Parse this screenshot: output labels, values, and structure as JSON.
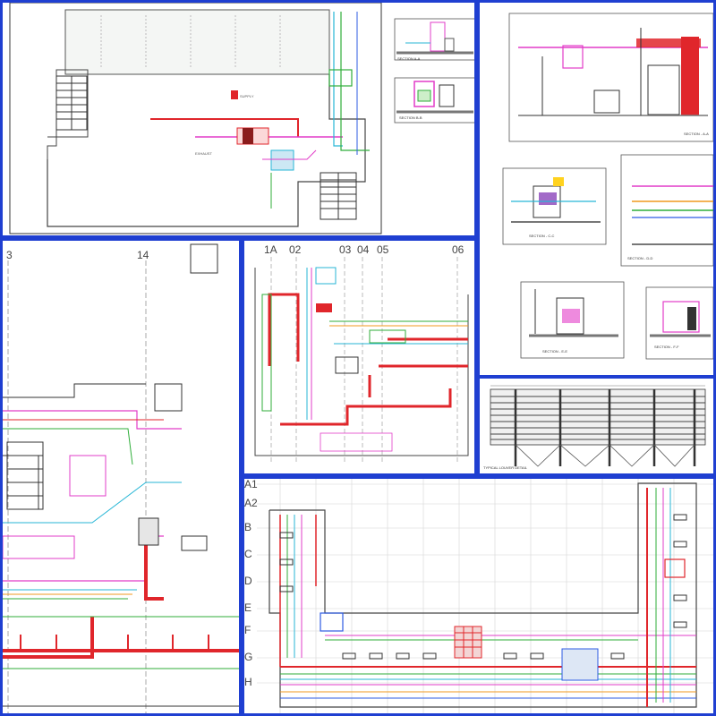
{
  "colors": {
    "frame": "#1f3fd1",
    "duct_red": "#e0262b",
    "pipe_magenta": "#e23cc8",
    "pipe_cyan": "#27b6d6",
    "pipe_green": "#2fae3a",
    "pipe_orange": "#f09a1f",
    "pipe_blue": "#2d5be3",
    "wall_gray": "#9a9a9a"
  },
  "panels": {
    "top_left_plan": {
      "title": ""
    },
    "section_aa": {
      "label": "SECTION A-A"
    },
    "section_bb": {
      "label": "SECTION B-B"
    },
    "section_a_large": {
      "label": "SECTION - A-A"
    },
    "section_cc": {
      "label": "SECTION - C-C"
    },
    "section_dd": {
      "label": "SECTION - D-D"
    },
    "section_ee": {
      "label": "SECTION - E-E"
    },
    "section_ff": {
      "label": "SECTION - F-F"
    },
    "louver": {
      "label": "TYPICAL LOUVER DETAIL"
    },
    "middle_plan": {
      "grid_labels": [
        "1A",
        "02",
        "03",
        "04",
        "05",
        "06"
      ]
    },
    "left_plan": {
      "grid_labels": [
        "3",
        "14"
      ]
    },
    "bottom_plan": {
      "row_labels": [
        "A1",
        "A2",
        "B",
        "C",
        "D",
        "E",
        "F",
        "G",
        "H"
      ]
    }
  }
}
